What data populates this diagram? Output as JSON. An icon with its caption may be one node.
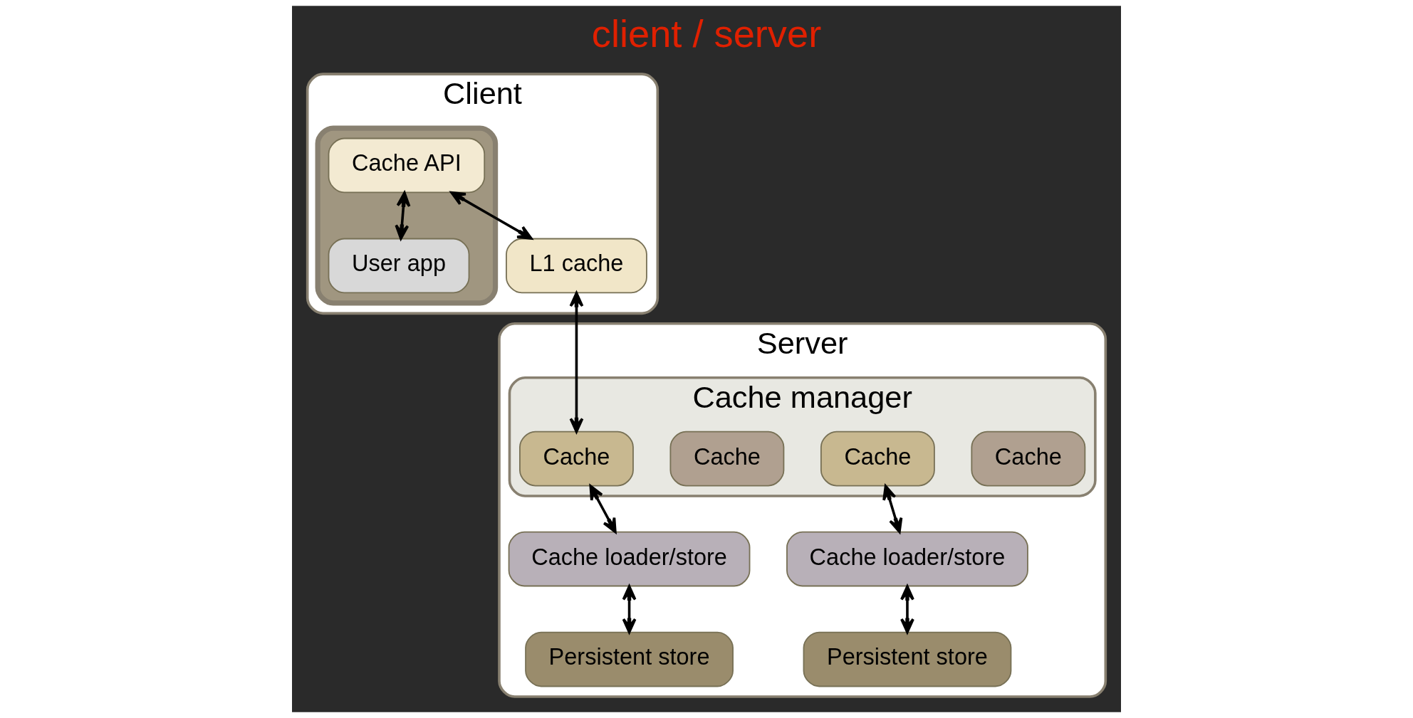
{
  "diagram": {
    "title": "client / server",
    "nodes": [
      {
        "text": [
          "Client"
        ]
      },
      {
        "text": [],
        "shape": "box",
        "in": 0
      },
      {
        "text": [
          "Cache API"
        ],
        "in": 1
      },
      {
        "text": [
          "User app"
        ],
        "in": 1
      },
      {
        "text": [
          "L1 cache"
        ],
        "in": 0
      },
      {
        "text": [
          "Server"
        ]
      },
      {
        "text": [
          "Cache manager"
        ],
        "in": 5
      },
      {
        "text": [
          "Cache"
        ],
        "in": 6
      },
      {
        "text": [
          "Cache"
        ],
        "in": 6
      },
      {
        "text": [
          "Cache"
        ],
        "in": 6
      },
      {
        "text": [
          "Cache"
        ],
        "in": 6
      },
      {
        "text": [
          "Cache loader/store"
        ],
        "in": 5
      },
      {
        "text": [
          "Cache loader/store"
        ],
        "in": 5
      },
      {
        "text": [
          "Persistent store"
        ],
        "in": 5
      },
      {
        "text": [
          "Persistent store"
        ],
        "in": 5
      }
    ],
    "edges": [
      {
        "from": 2,
        "to": 4,
        "arrow": "both"
      },
      {
        "from": 2,
        "to": 3,
        "arrow": "both"
      },
      {
        "from": 4,
        "to": 8,
        "arrow": "both"
      },
      {
        "from": 8,
        "to": 11,
        "arrow": "both"
      },
      {
        "from": 10,
        "to": 12,
        "arrow": "both"
      },
      {
        "from": 11,
        "to": 13,
        "arrow": "both"
      },
      {
        "from": 12,
        "to": 14,
        "arrow": "both"
      }
    ]
  }
}
